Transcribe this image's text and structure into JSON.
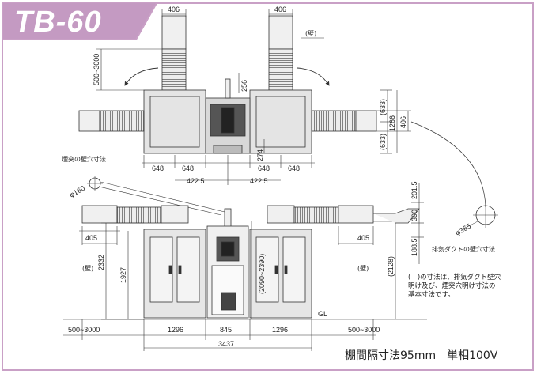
{
  "model": "TB-60",
  "colors": {
    "accent": "#c9a0c6",
    "title_bg": "#c49ac2",
    "line": "#333333",
    "fill": "#e6e6e6"
  },
  "top_view": {
    "duct_width_left": "406",
    "duct_width_right": "406",
    "wall_label": "(壁)",
    "duct_length": "500~3000",
    "depth_256": "256",
    "dim_633_top": "(633)",
    "dim_1266": "1266",
    "dim_406": "406",
    "dim_633_bottom": "(633)",
    "dim_274": "274",
    "widths": [
      "648",
      "648",
      "648",
      "648"
    ],
    "offset_left": "422.5",
    "offset_right": "422.5"
  },
  "front_view": {
    "chimney_hole_label": "煙突の壁穴寸法",
    "chimney_dia": "φ160",
    "exhaust_dia": "φ365",
    "exhaust_hole_label": "排気ダクトの壁穴寸法",
    "dim_201_5": "201.5",
    "dim_390": "390",
    "dim_188_5": "188.5",
    "dim_405_left": "405",
    "dim_405_right": "405",
    "wall_left": "(壁)",
    "wall_right": "(壁)",
    "height_2332": "2332",
    "height_1927": "1927",
    "height_2090_2390": "(2090~2390)",
    "height_2128": "(2128)",
    "ground_label": "GL",
    "bottom_widths": [
      "1296",
      "845",
      "1296"
    ],
    "total_width": "3437",
    "duct_len_left": "500~3000",
    "duct_len_right": "500~3000"
  },
  "note_lines": [
    "(　)の寸法は、排気ダクト壁穴",
    "明け及び、煙突穴明け寸法の",
    "基本寸法です。"
  ],
  "spec": "棚間隔寸法95mm　単相100V"
}
